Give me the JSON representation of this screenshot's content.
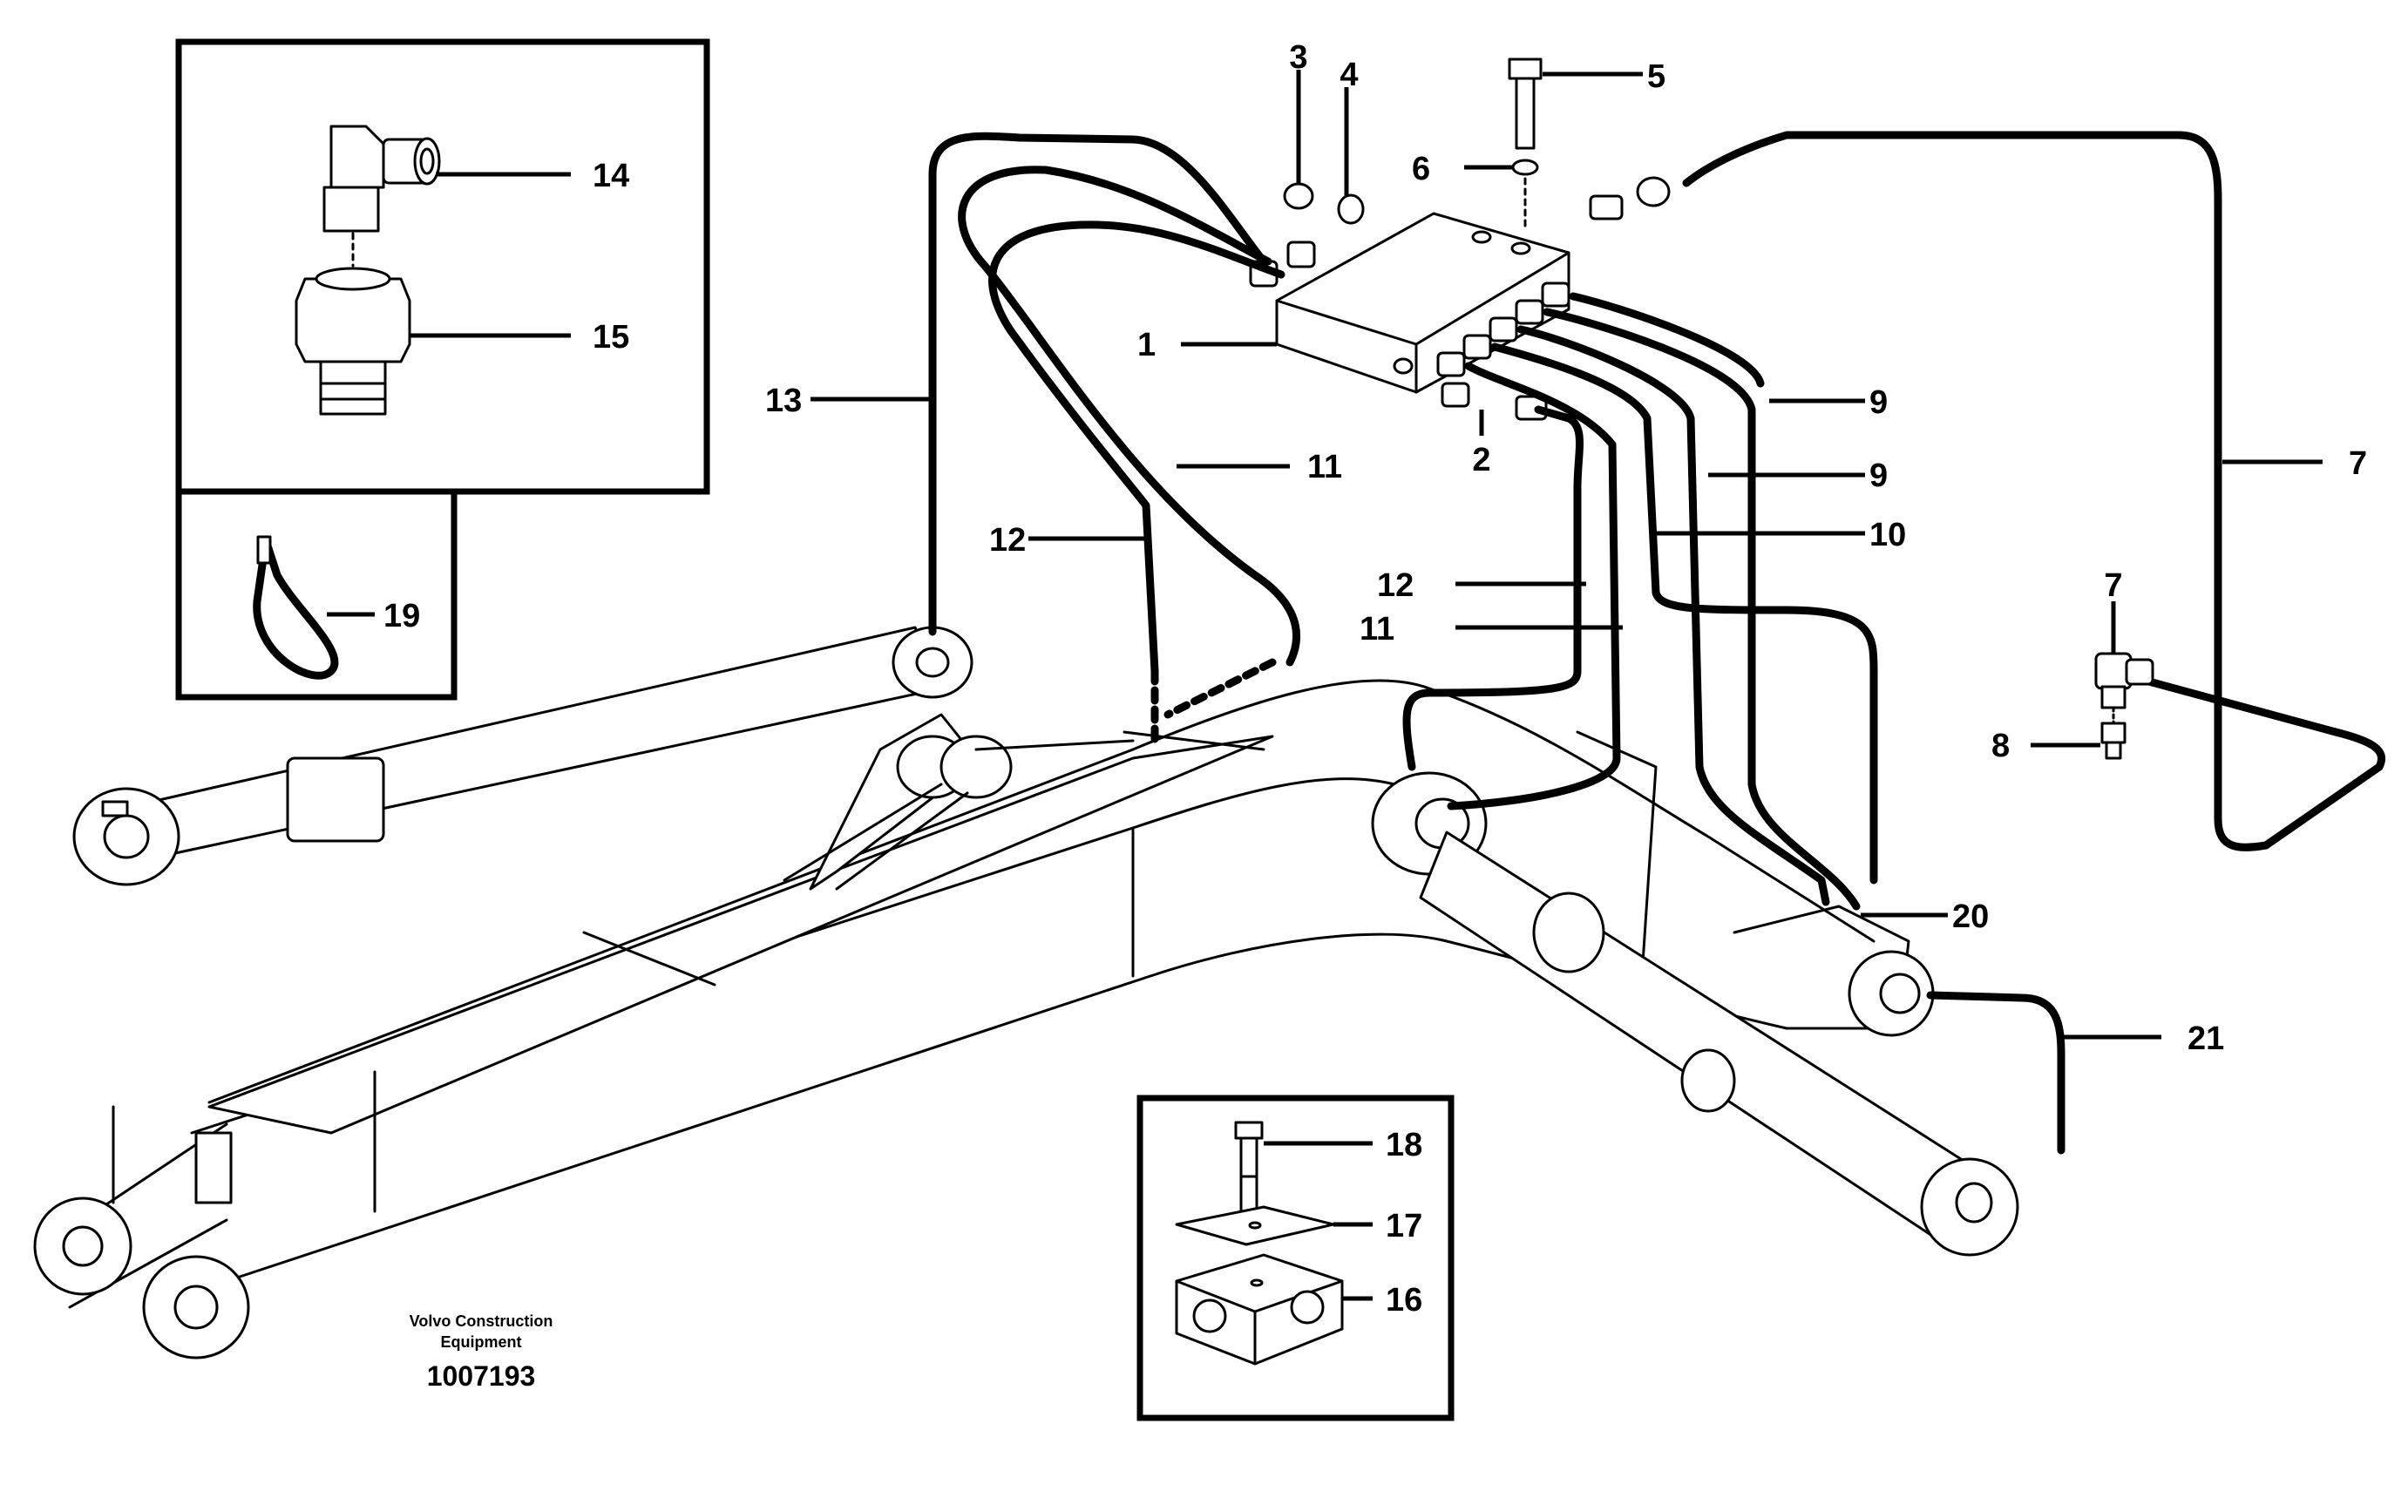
{
  "diagram": {
    "callouts": {
      "c1": "1",
      "c2": "2",
      "c3": "3",
      "c4": "4",
      "c5": "5",
      "c6": "6",
      "c7a": "7",
      "c7b": "7",
      "c8": "8",
      "c9a": "9",
      "c9b": "9",
      "c10": "10",
      "c11a": "11",
      "c11b": "11",
      "c12a": "12",
      "c12b": "12",
      "c13": "13",
      "c14": "14",
      "c15": "15",
      "c16": "16",
      "c17": "17",
      "c18": "18",
      "c19": "19",
      "c20": "20",
      "c21": "21"
    },
    "caption": {
      "line1": "Volvo Construction",
      "line2": "Equipment",
      "ref": "1007193"
    }
  }
}
